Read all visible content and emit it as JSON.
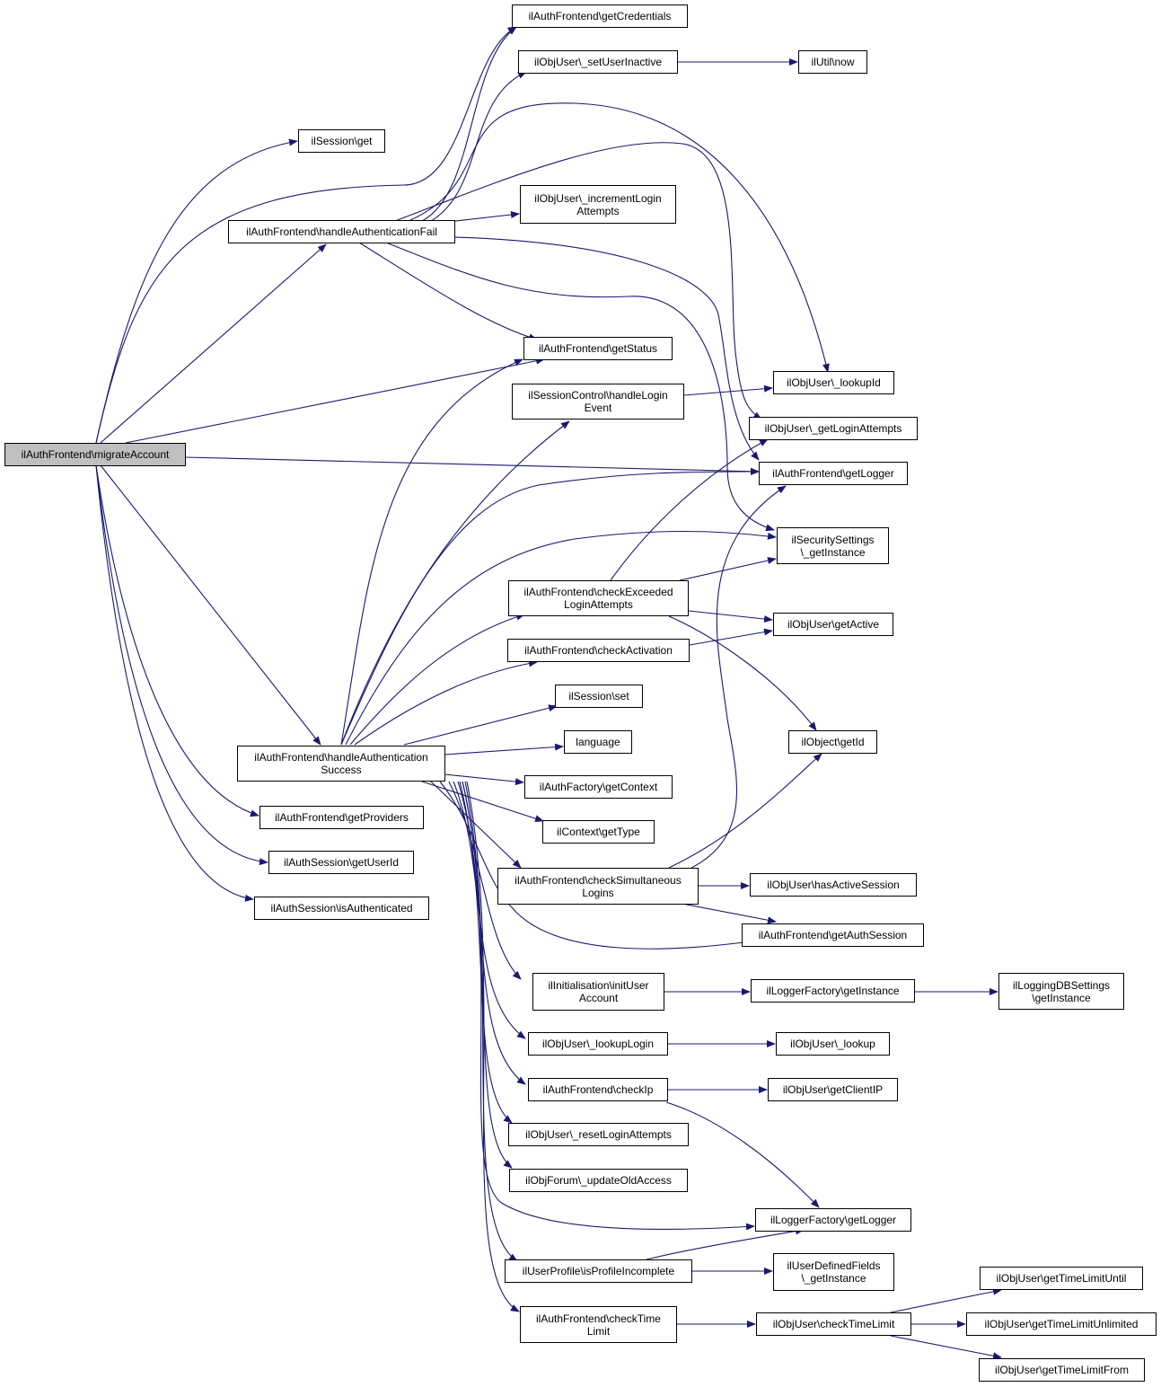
{
  "nodes": {
    "migrateAccount": "ilAuthFrontend\\migrateAccount",
    "getCredentials": "ilAuthFrontend\\getCredentials",
    "setUserInactive": "ilObjUser\\_setUserInactive",
    "utilNow": "ilUtil\\now",
    "sessionGet": "ilSession\\get",
    "incrementLoginAttempts": "ilObjUser\\_incrementLogin\nAttempts",
    "handleAuthFail": "ilAuthFrontend\\handleAuthenticationFail",
    "getStatus": "ilAuthFrontend\\getStatus",
    "handleLoginEvent": "ilSessionControl\\handleLogin\nEvent",
    "lookupId": "ilObjUser\\_lookupId",
    "getLoginAttempts": "ilObjUser\\_getLoginAttempts",
    "frontendGetLogger": "ilAuthFrontend\\getLogger",
    "securitySettings": "ilSecuritySettings\n\\_getInstance",
    "checkExceeded": "ilAuthFrontend\\checkExceeded\nLoginAttempts",
    "getActive": "ilObjUser\\getActive",
    "checkActivation": "ilAuthFrontend\\checkActivation",
    "sessionSet": "ilSession\\set",
    "language": "language",
    "objectGetId": "ilObject\\getId",
    "handleAuthSuccess": "ilAuthFrontend\\handleAuthentication\nSuccess",
    "getContext": "ilAuthFactory\\getContext",
    "getProviders": "ilAuthFrontend\\getProviders",
    "contextGetType": "ilContext\\getType",
    "getUserId": "ilAuthSession\\getUserId",
    "checkSimultaneous": "ilAuthFrontend\\checkSimultaneous\nLogins",
    "hasActiveSession": "ilObjUser\\hasActiveSession",
    "isAuthenticated": "ilAuthSession\\isAuthenticated",
    "getAuthSession": "ilAuthFrontend\\getAuthSession",
    "initUserAccount": "ilInitialisation\\initUser\nAccount",
    "loggerFactoryGetInstance": "ilLoggerFactory\\getInstance",
    "loggingDBSettings": "ilLoggingDBSettings\n\\getInstance",
    "lookupLogin": "ilObjUser\\_lookupLogin",
    "lookup": "ilObjUser\\_lookup",
    "checkIp": "ilAuthFrontend\\checkIp",
    "getClientIP": "ilObjUser\\getClientIP",
    "resetLoginAttempts": "ilObjUser\\_resetLoginAttempts",
    "updateOldAccess": "ilObjForum\\_updateOldAccess",
    "loggerFactoryGetLogger": "ilLoggerFactory\\getLogger",
    "isProfileIncomplete": "ilUserProfile\\isProfileIncomplete",
    "userDefinedFields": "ilUserDefinedFields\n\\_getInstance",
    "checkTimeLimitFrontend": "ilAuthFrontend\\checkTime\nLimit",
    "checkTimeLimit": "ilObjUser\\checkTimeLimit",
    "getTimeLimitUntil": "ilObjUser\\getTimeLimitUntil",
    "getTimeLimitUnlimited": "ilObjUser\\getTimeLimitUnlimited",
    "getTimeLimitFrom": "ilObjUser\\getTimeLimitFrom"
  },
  "colors": {
    "edge": "#191970",
    "root_fill": "#bfbfbf",
    "node_fill": "#ffffff",
    "node_border": "#000000"
  }
}
